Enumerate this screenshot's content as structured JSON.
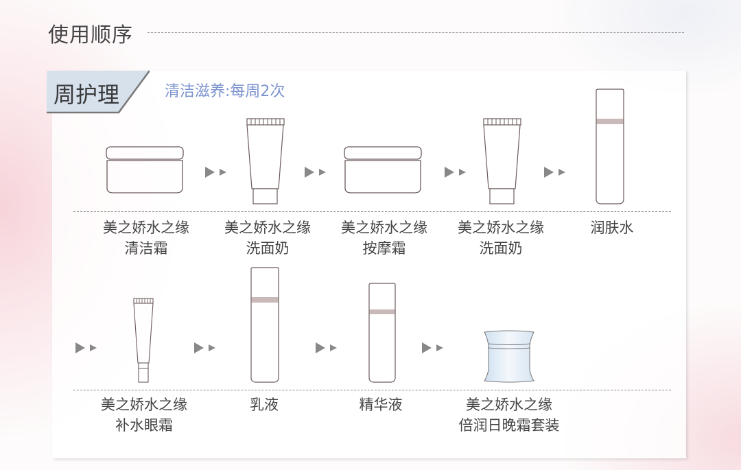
{
  "header": {
    "title": "使用顺序"
  },
  "section": {
    "tag": "周护理",
    "subtitle": "清洁滋养:每周2次"
  },
  "row1": [
    {
      "line1": "美之娇水之缘",
      "line2": "清洁霜",
      "icon": "cream-jar-icon"
    },
    {
      "line1": "美之娇水之缘",
      "line2": "洗面奶",
      "icon": "tube-icon"
    },
    {
      "line1": "美之娇水之缘",
      "line2": "按摩霜",
      "icon": "cream-jar-icon"
    },
    {
      "line1": "美之娇水之缘",
      "line2": "洗面奶",
      "icon": "tube-icon"
    },
    {
      "line1": "润肤水",
      "line2": "",
      "icon": "bottle-icon"
    }
  ],
  "row2": [
    {
      "line1": "美之娇水之缘",
      "line2": "补水眼霜",
      "icon": "eye-cream-tube-icon"
    },
    {
      "line1": "乳液",
      "line2": "",
      "icon": "bottle-icon"
    },
    {
      "line1": "精华液",
      "line2": "",
      "icon": "bottle-icon"
    },
    {
      "line1": "美之娇水之缘",
      "line2": "倍润日晚霜套装",
      "icon": "cream-set-jar-icon"
    }
  ],
  "colors": {
    "accent": "#7b93cf",
    "tag_bg": "#d6e1ec",
    "arrow": "#888888",
    "outline": "#6b5a5a"
  }
}
